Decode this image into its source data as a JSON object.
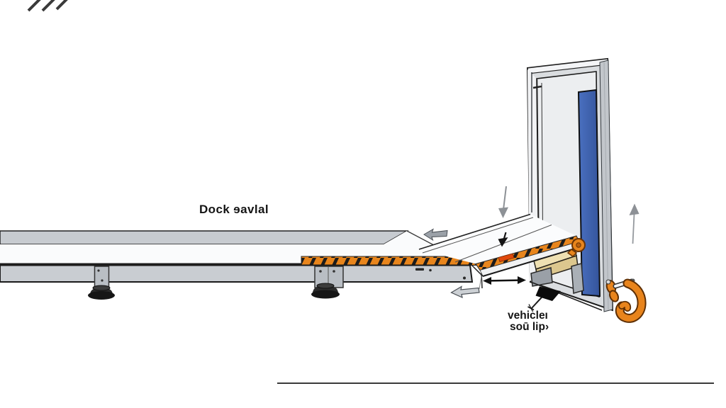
{
  "scene": {
    "background": "#ffffff",
    "labels": {
      "dock_label": "Dock ɘavlal",
      "callout_line1": "vehicleı",
      "callout_line2": "soū lip›"
    },
    "colors": {
      "outline": "#1a1a1a",
      "steel_light": "#dadde0",
      "steel_mid": "#c9cdd2",
      "platform_white": "#fafbfc",
      "hazard_orange": "#e8851c",
      "alert_red_orange": "#e0490c",
      "panel_blue": "#3a5fad",
      "wood_tan": "#eee0b2",
      "hook_orange": "#e8841c",
      "arrow_gray": "#8d9196",
      "arrow_black": "#111111",
      "foot_black": "#161616"
    },
    "icons": [
      {
        "name": "left-arrow-marker"
      },
      {
        "name": "down-arrow-gray"
      },
      {
        "name": "down-arrow-black"
      },
      {
        "name": "span-double-arrow"
      },
      {
        "name": "down-left-arrow"
      },
      {
        "name": "up-arrow-gray"
      },
      {
        "name": "flag-pointer"
      },
      {
        "name": "lifting-hook"
      }
    ]
  }
}
